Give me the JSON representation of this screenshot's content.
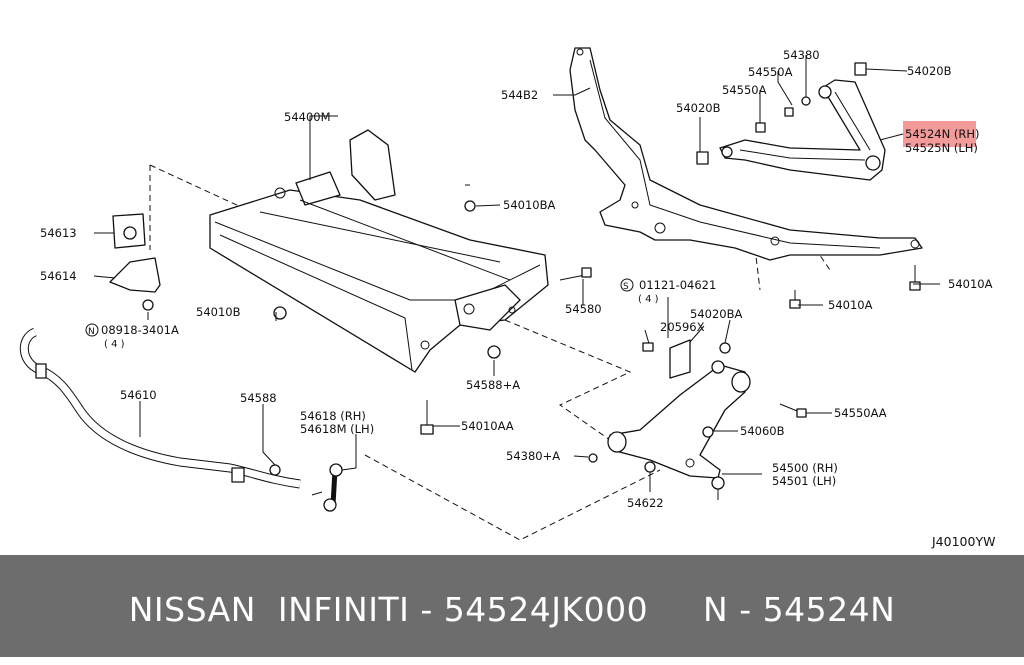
{
  "diagram_code": "J40100YW",
  "highlight_color": "#f39a9a",
  "callouts": {
    "p54482": "544B2",
    "p54400m": "54400M",
    "p54380": "54380",
    "p54550a_1": "54550A",
    "p54550a_2": "54550A",
    "p54020b_1": "54020B",
    "p54020b_2": "54020B",
    "p54524n": "54524N (RH)",
    "p54525n": "54525N (LH)",
    "p54010ba": "54010BA",
    "p54613": "54613",
    "p54614": "54614",
    "p54010b": "54010B",
    "n08918_symbol": "N",
    "n08918": "08918-3401A",
    "n08918_qty": "( 4 )",
    "p54580": "54580",
    "s01121_symbol": "S",
    "s01121": "01121-04621",
    "s01121_qty": "( 4 )",
    "p54020ba": "54020BA",
    "p20596x": "20596X",
    "p54010a_1": "54010A",
    "p54010a_2": "54010A",
    "p54610": "54610",
    "p54588": "54588",
    "p54618": "54618 (RH)",
    "p54618m": "54618M (LH)",
    "p54588a": "54588+A",
    "p54010aa": "54010AA",
    "p54550aa": "54550AA",
    "p54060b": "54060B",
    "p54380a": "54380+A",
    "p54500": "54500 (RH)",
    "p54501": "54501 (LH)",
    "p54622": "54622"
  },
  "footer": {
    "text": "NISSAN  INFINITI - 54524JK000     N - 54524N"
  }
}
